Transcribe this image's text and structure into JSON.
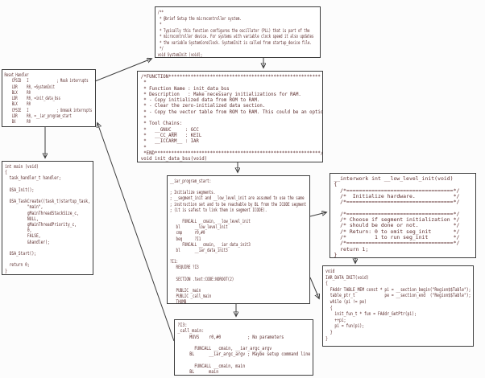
{
  "page": {
    "background": "#fcfcfc",
    "box_background": "#ffffff",
    "border_color": "#3d3d3d",
    "text_color": "#5c2e2e"
  },
  "boxes": {
    "systeminit": {
      "code": "/**\n * @brief Setup the microcontroller system.\n *\n * Typically this function configures the oscillator (PLL) that is part of the\n * microcontroller device. For systems with variable clock speed it also updates\n * the variable SystemCoreClock. SystemInit is called from startup_device file.\n */\nvoid SystemInit (void);"
    },
    "reset_handler": {
      "code": "Reset_Handler\n    CPSID   I               ; Mask interrupts\n    LDR     R0, =SystemInit\n    BLX     R0\n    LDR     R0, =init_data_bss\n    BLX     R0\n    CPSIE   I               ; Unmask interrupts\n    LDR     R0, =__iar_program_start\n    BX      R0"
    },
    "main": {
      "code": "int main (void)\n{\n  task_handler_t handler;\n\n  OSA_Init();\n\n  OSA_TaskCreate((task_t)startup_task,\n          \"main\",\n          gMainThreadStackSize_c,\n          NULL,\n          gMainThreadPriority_c,\n          0,\n          FALSE,\n          &handler);\n\n  OSA_Start();\n\n  return 0;\n}"
    },
    "init_data_bss": {
      "code": "/*FUNCTION*******************************************************\n *\n * Function Name : init_data_bss\n * Description   : Make necessary initializations for RAM.\n * - Copy initialized data from ROM to RAM.\n * - Clear the zero-initialized data section.\n * - Copy the vector table from ROM to RAM. This could be an option.\n *\n * Tool Chains:\n *   __GNUC__   : GCC\n *   __CC_ARM   : KEIL\n *   __ICCARM__ : IAR\n *\n *END************************************************************/\nvoid init_data_bss(void)"
    },
    "iar_program_start": {
      "code": "__iar_program_start:\n\n; Initialize segments.\n; __segment_init and __low_level_init are assumed to use the same\n; instruction set and to be reachable by BL from the ICODE segment\n; (it is safest to link them in segment ICODE).\n\n      FUNCALL __cmain, __low_level_init\n   bl       __low_level_init\n   cmp      r0,#0\n   beq      ?I1\n      FUNCALL __cmain, __iar_data_init3\n   bl       __iar_data_init3\n\n?I1:\n   REQUIRE ?I3\n\n   SECTION .text:CODE:NOROOT(2)\n\n   PUBLIC _main\n   PUBLIC _call_main\n   THUMB"
    },
    "low_level_init": {
      "code": "__interwork int __low_level_init(void)\n{\n  /*==================================*/\n  /*  Initialize hardware.            */\n  /*==================================*/\n\n  /*==================================*/\n  /* Choose if segment initialization */\n  /* should be done or not.           */\n  /* Return: 0 to omit seg_init       */\n  /*         1 to run seg_init        */\n  /*==================================*/\n  return 1;\n}"
    },
    "iar_data_init": {
      "code": "void\nIAR_DATA_INIT(void)\n{\n  FAddr TABLE_MEM const * pi = __section_begin(\"Region$$Table\");\n  table_ptr_t             pe = __section_end  (\"Region$$Table\");\n  while (pi != pe)\n  {\n    init_fun_t * fun = FAddr_GetPtr(pi);\n    ++pi;\n    pi = fun(pi);\n  }\n}"
    },
    "call_main": {
      "code": "?I3:\n_call_main:\n     MOVS    r0,#0           ; No parameters\n\n       FUNCALL __cmain, __iar_argc_argv\n     BL      __iar_argc_argv ; Maybe setup command line\n\n       FUNCALL __cmain, main\n     BL      main"
    }
  },
  "connections": [
    {
      "from": "Reset_Handler",
      "to": "SystemInit"
    },
    {
      "from": "SystemInit",
      "to": "init_data_bss"
    },
    {
      "from": "init_data_bss",
      "to": "__iar_program_start"
    },
    {
      "from": "__iar_program_start",
      "to": "__low_level_init"
    },
    {
      "from": "__low_level_init",
      "to": "IAR_DATA_INIT"
    },
    {
      "from": "__iar_program_start",
      "to": "IAR_DATA_INIT"
    },
    {
      "from": "__iar_program_start",
      "to": "_call_main"
    },
    {
      "from": "_call_main",
      "to": "Reset_Handler"
    },
    {
      "from": "Reset_Handler",
      "to": "main"
    }
  ]
}
